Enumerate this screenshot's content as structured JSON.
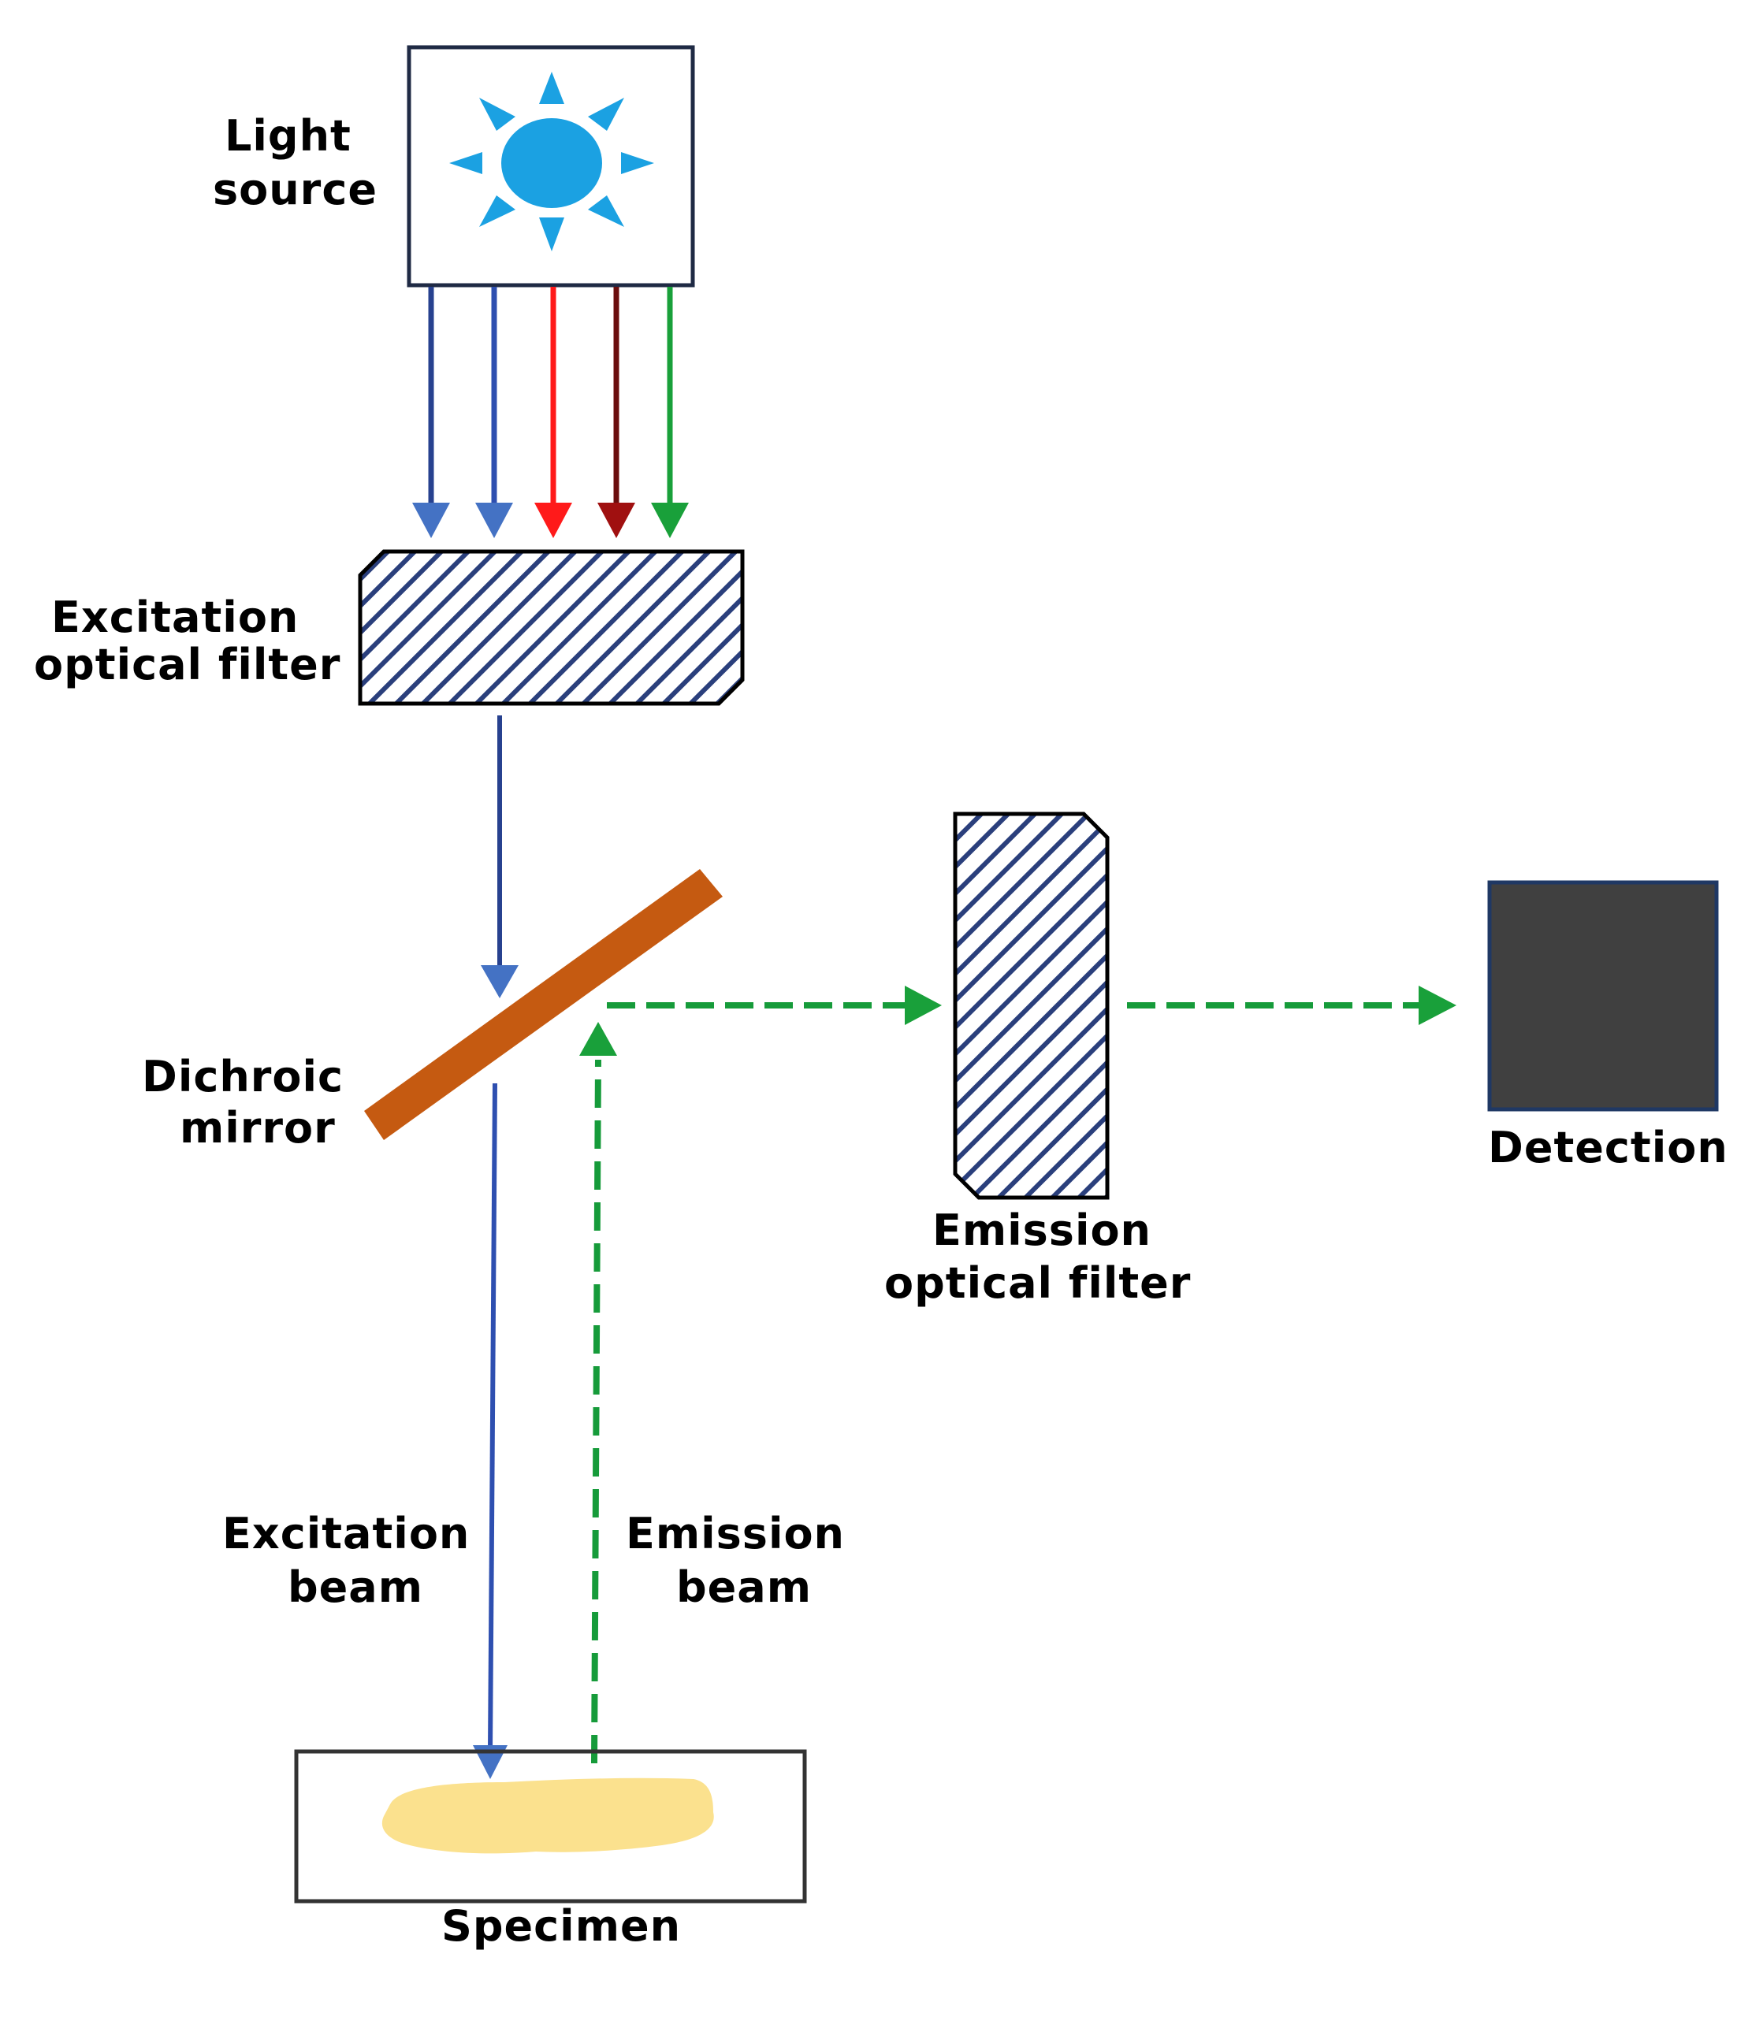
{
  "title": "Fluorescence microscope light path",
  "colors": {
    "light_source_border": "#1f2a44",
    "sun": "#1ba1e2",
    "filter_hatch": "#2a3f7c",
    "filter_border": "#000000",
    "mirror": "#c55a11",
    "excitation_beam": "#2f4fa8",
    "emission_beam": "#169b3a",
    "detector_fill": "#404040",
    "detector_border": "#1f3864",
    "specimen_fill": "#fbe18e",
    "specimen_border": "#333333"
  },
  "spectrum_arrows": [
    {
      "name": "blue-1",
      "color": "#27418f",
      "head": "#4472c4"
    },
    {
      "name": "blue-2",
      "color": "#2e4fb0",
      "head": "#4472c4"
    },
    {
      "name": "red",
      "color": "#ff1a1a",
      "head": "#ff1a1a"
    },
    {
      "name": "dark-red",
      "color": "#6b0d0d",
      "head": "#a01010"
    },
    {
      "name": "green",
      "color": "#19a03a",
      "head": "#19a03a"
    }
  ],
  "labels": {
    "light_source": [
      "Light",
      "source"
    ],
    "excitation_filter": [
      "Excitation",
      "optical filter"
    ],
    "dichroic_mirror": [
      "Dichroic",
      "mirror"
    ],
    "emission_filter": [
      "Emission",
      "optical filter"
    ],
    "detection": "Detection",
    "excitation_beam": [
      "Excitation",
      "beam"
    ],
    "emission_beam": [
      "Emission",
      "beam"
    ],
    "specimen": "Specimen"
  }
}
